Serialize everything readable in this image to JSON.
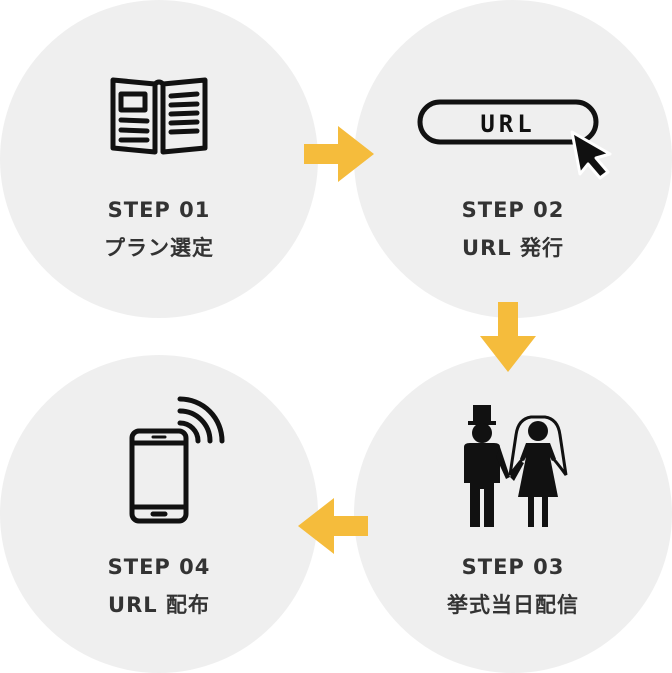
{
  "accent_color": "#f5bc3c",
  "circle_color": "#efefef",
  "text_color": "#333333",
  "steps": [
    {
      "number": "STEP 01",
      "name": "プラン選定",
      "icon": "open-book-icon"
    },
    {
      "number": "STEP 02",
      "name": "URL 発行",
      "icon": "url-bar-cursor-icon",
      "icon_text": "URL"
    },
    {
      "number": "STEP 03",
      "name": "挙式当日配信",
      "icon": "wedding-couple-icon"
    },
    {
      "number": "STEP 04",
      "name": "URL 配布",
      "icon": "smartphone-signal-icon"
    }
  ],
  "arrows": [
    "arrow-right-icon",
    "arrow-down-icon",
    "arrow-left-icon"
  ]
}
